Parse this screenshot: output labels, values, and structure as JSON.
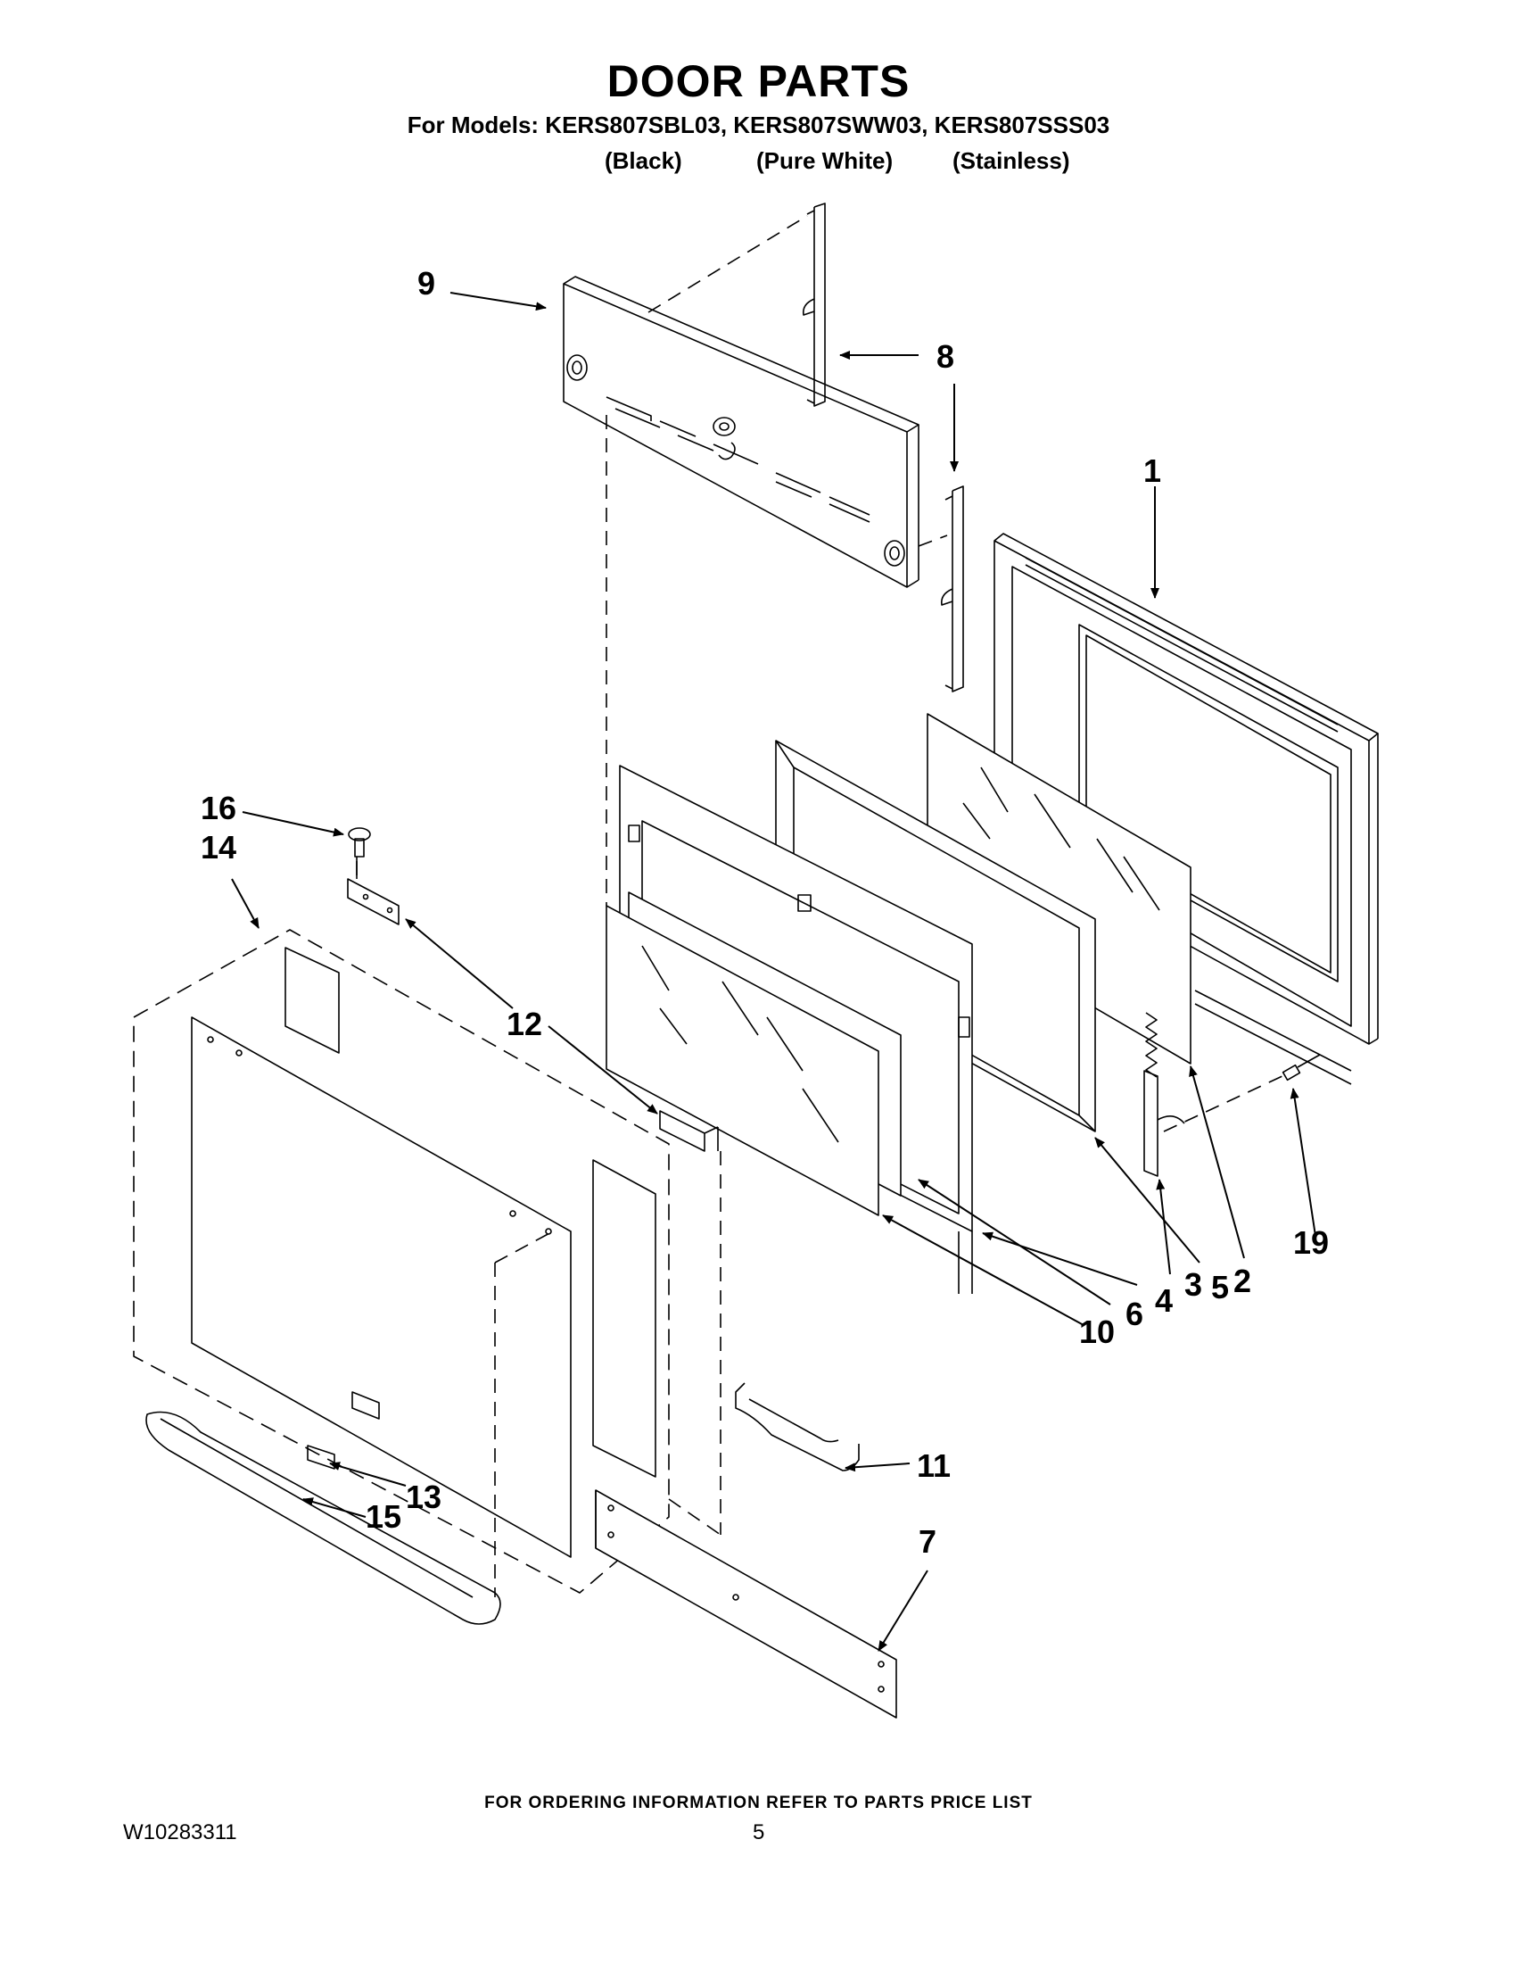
{
  "header": {
    "title": "DOOR PARTS",
    "models_line": "For Models: KERS807SBL03, KERS807SWW03, KERS807SSS03",
    "variants": [
      "(Black)",
      "(Pure White)",
      "(Stainless)"
    ]
  },
  "callouts": [
    "1",
    "2",
    "3",
    "4",
    "5",
    "6",
    "7",
    "8",
    "9",
    "10",
    "11",
    "12",
    "13",
    "14",
    "15",
    "16",
    "19"
  ],
  "footer": {
    "note": "FOR ORDERING INFORMATION REFER TO PARTS PRICE LIST",
    "doc_number": "W10283311",
    "page_number": "5"
  }
}
